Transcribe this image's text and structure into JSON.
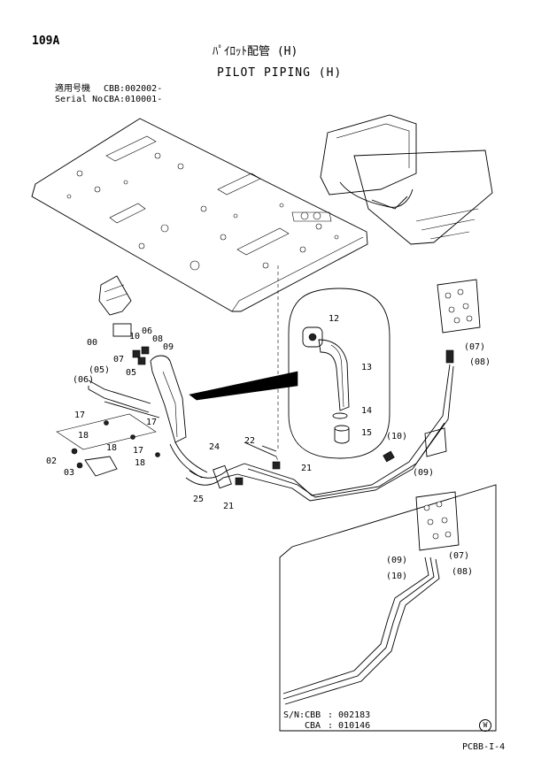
{
  "header": {
    "page_number": "109A",
    "title_jp": "ﾊﾟｲﾛｯﾄ配管 (H)",
    "title_en": "PILOT PIPING (H)",
    "serial_label_1": "適用号機",
    "serial_value_1": "CBB:002002-",
    "serial_label_2": "Serial No.",
    "serial_value_2": "CBA:010001-"
  },
  "callouts": [
    "00",
    "10",
    "06",
    "08",
    "07",
    "09",
    "05",
    "(05)",
    "(06)",
    "17",
    "17",
    "17",
    "18",
    "18",
    "18",
    "02",
    "03",
    "12",
    "13",
    "14",
    "15",
    "22",
    "21",
    "21",
    "24",
    "25",
    "(07)",
    "(08)",
    "(10)",
    "(09)"
  ],
  "inset": {
    "callouts": [
      "(09)",
      "(07)",
      "(10)",
      "(08)"
    ],
    "sn_label": "S/N:CBB",
    "sn_cbb": ": 002183",
    "sn_cba_label": "CBA",
    "sn_cba": ": 010146"
  },
  "footer": {
    "code": "PCBB-I-4",
    "mark": "W"
  }
}
